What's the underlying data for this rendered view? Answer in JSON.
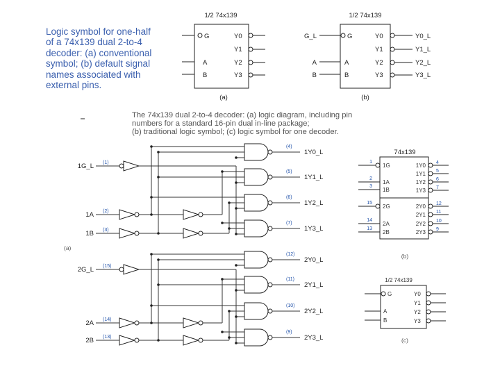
{
  "top_caption": {
    "lines": [
      "Logic symbol for one-half",
      "of a 74x139 dual 2-to-4",
      "decoder: (a) conventional",
      "symbol; (b) default signal",
      "names associated with",
      "external pins."
    ]
  },
  "symbol_a": {
    "title": "1/2 74x139",
    "inputs": [
      "G",
      "A",
      "B"
    ],
    "outputs": [
      "Y0",
      "Y1",
      "Y2",
      "Y3"
    ],
    "caption": "(a)"
  },
  "symbol_b": {
    "title": "1/2 74x139",
    "inputs": [
      "G",
      "A",
      "B"
    ],
    "input_signals": [
      "G_L",
      "A",
      "B"
    ],
    "outputs": [
      "Y0",
      "Y1",
      "Y2",
      "Y3"
    ],
    "output_signals": [
      "Y0_L",
      "Y1_L",
      "Y2_L",
      "Y3_L"
    ],
    "caption": "(b)"
  },
  "mid_caption": {
    "lines": [
      "The 74x139 dual 2-to-4 decoder: (a) logic diagram, including pin",
      "numbers for a standard 16-pin dual in-line package;",
      "(b) traditional logic symbol; (c) logic symbol for one decoder."
    ]
  },
  "logic_diagram": {
    "label": "(a)",
    "top": {
      "inputs": [
        {
          "name": "1G_L",
          "pin": "(1)"
        },
        {
          "name": "1A",
          "pin": "(2)"
        },
        {
          "name": "1B",
          "pin": "(3)"
        }
      ],
      "outputs": [
        {
          "name": "1Y0_L",
          "pin": "(4)"
        },
        {
          "name": "1Y1_L",
          "pin": "(5)"
        },
        {
          "name": "1Y2_L",
          "pin": "(6)"
        },
        {
          "name": "1Y3_L",
          "pin": "(7)"
        }
      ]
    },
    "bottom": {
      "inputs": [
        {
          "name": "2G_L",
          "pin": "(15)"
        },
        {
          "name": "2A",
          "pin": "(14)"
        },
        {
          "name": "2B",
          "pin": "(13)"
        }
      ],
      "outputs": [
        {
          "name": "2Y0_L",
          "pin": "(12)"
        },
        {
          "name": "2Y1_L",
          "pin": "(11)"
        },
        {
          "name": "2Y2_L",
          "pin": "(10)"
        },
        {
          "name": "2Y3_L",
          "pin": "(9)"
        }
      ]
    }
  },
  "chip_symbol": {
    "title": "74x139",
    "caption": "(b)",
    "left": [
      {
        "pin": "1",
        "label": "1G"
      },
      {
        "pin": "2",
        "label": "1A"
      },
      {
        "pin": "3",
        "label": "1B"
      },
      {
        "pin": "15",
        "label": "2G"
      },
      {
        "pin": "14",
        "label": "2A"
      },
      {
        "pin": "13",
        "label": "2B"
      }
    ],
    "right": [
      {
        "pin": "4",
        "label": "1Y0"
      },
      {
        "pin": "5",
        "label": "1Y1"
      },
      {
        "pin": "6",
        "label": "1Y2"
      },
      {
        "pin": "7",
        "label": "1Y3"
      },
      {
        "pin": "12",
        "label": "2Y0"
      },
      {
        "pin": "11",
        "label": "2Y1"
      },
      {
        "pin": "10",
        "label": "2Y2"
      },
      {
        "pin": "9",
        "label": "2Y3"
      }
    ]
  },
  "symbol_c": {
    "title": "1/2 74x139",
    "inputs": [
      "G",
      "A",
      "B"
    ],
    "outputs": [
      "Y0",
      "Y1",
      "Y2",
      "Y3"
    ],
    "caption": "(c)"
  }
}
